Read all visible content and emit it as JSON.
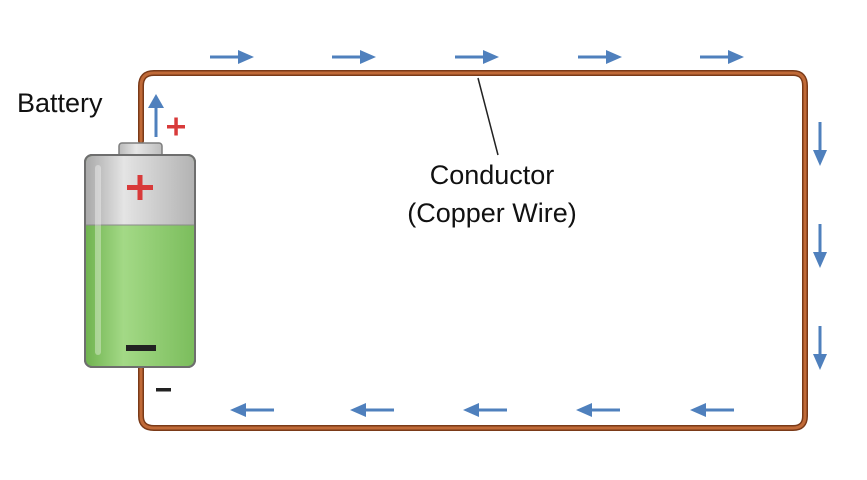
{
  "labels": {
    "battery": "Battery",
    "conductor_line1": "Conductor",
    "conductor_line2": "(Copper Wire)"
  },
  "terminals": {
    "positive": "+",
    "negative": "–"
  },
  "colors": {
    "wire": "#b5602f",
    "arrow": "#4f80bd",
    "positive": "#d83a3a",
    "negative": "#222222",
    "battery_top": "#c9c9c9",
    "battery_body": "#8fcc6e"
  },
  "current_direction": "clockwise"
}
